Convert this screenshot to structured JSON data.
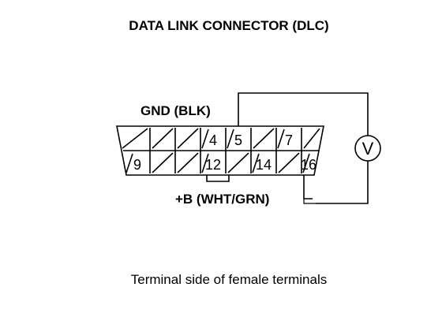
{
  "diagram": {
    "title": "DATA LINK CONNECTOR (DLC)",
    "caption": "Terminal side of female terminals",
    "gnd_label": "GND (BLK)",
    "bplus_label": "+B (WHT/GRN)",
    "meter_symbol": "V",
    "pins_top": [
      {
        "label": ""
      },
      {
        "label": ""
      },
      {
        "label": ""
      },
      {
        "label": "4"
      },
      {
        "label": "5"
      },
      {
        "label": ""
      },
      {
        "label": "7"
      },
      {
        "label": ""
      }
    ],
    "pins_bottom": [
      {
        "label": "9"
      },
      {
        "label": ""
      },
      {
        "label": ""
      },
      {
        "label": "12"
      },
      {
        "label": ""
      },
      {
        "label": "14"
      },
      {
        "label": ""
      },
      {
        "label": "16"
      }
    ]
  }
}
